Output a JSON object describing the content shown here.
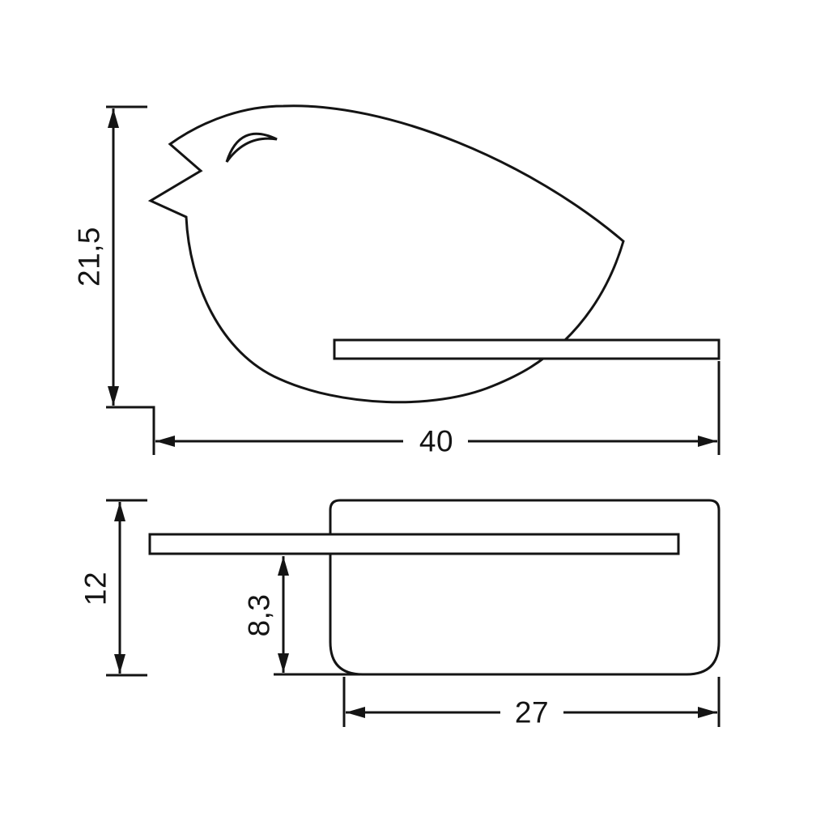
{
  "colors": {
    "line": "#141414",
    "background": "#ffffff"
  },
  "drawing": {
    "kind": "technical-dimension-drawing",
    "views": {
      "upper": {
        "shape": "bird-silhouette-lamp-with-shelf",
        "dimensions": {
          "height": "21,5",
          "width": "40"
        }
      },
      "lower": {
        "shape": "base-plan-with-shelf",
        "dimensions": {
          "depth": "12",
          "shelf_to_back": "8,3",
          "width": "27"
        }
      }
    }
  }
}
